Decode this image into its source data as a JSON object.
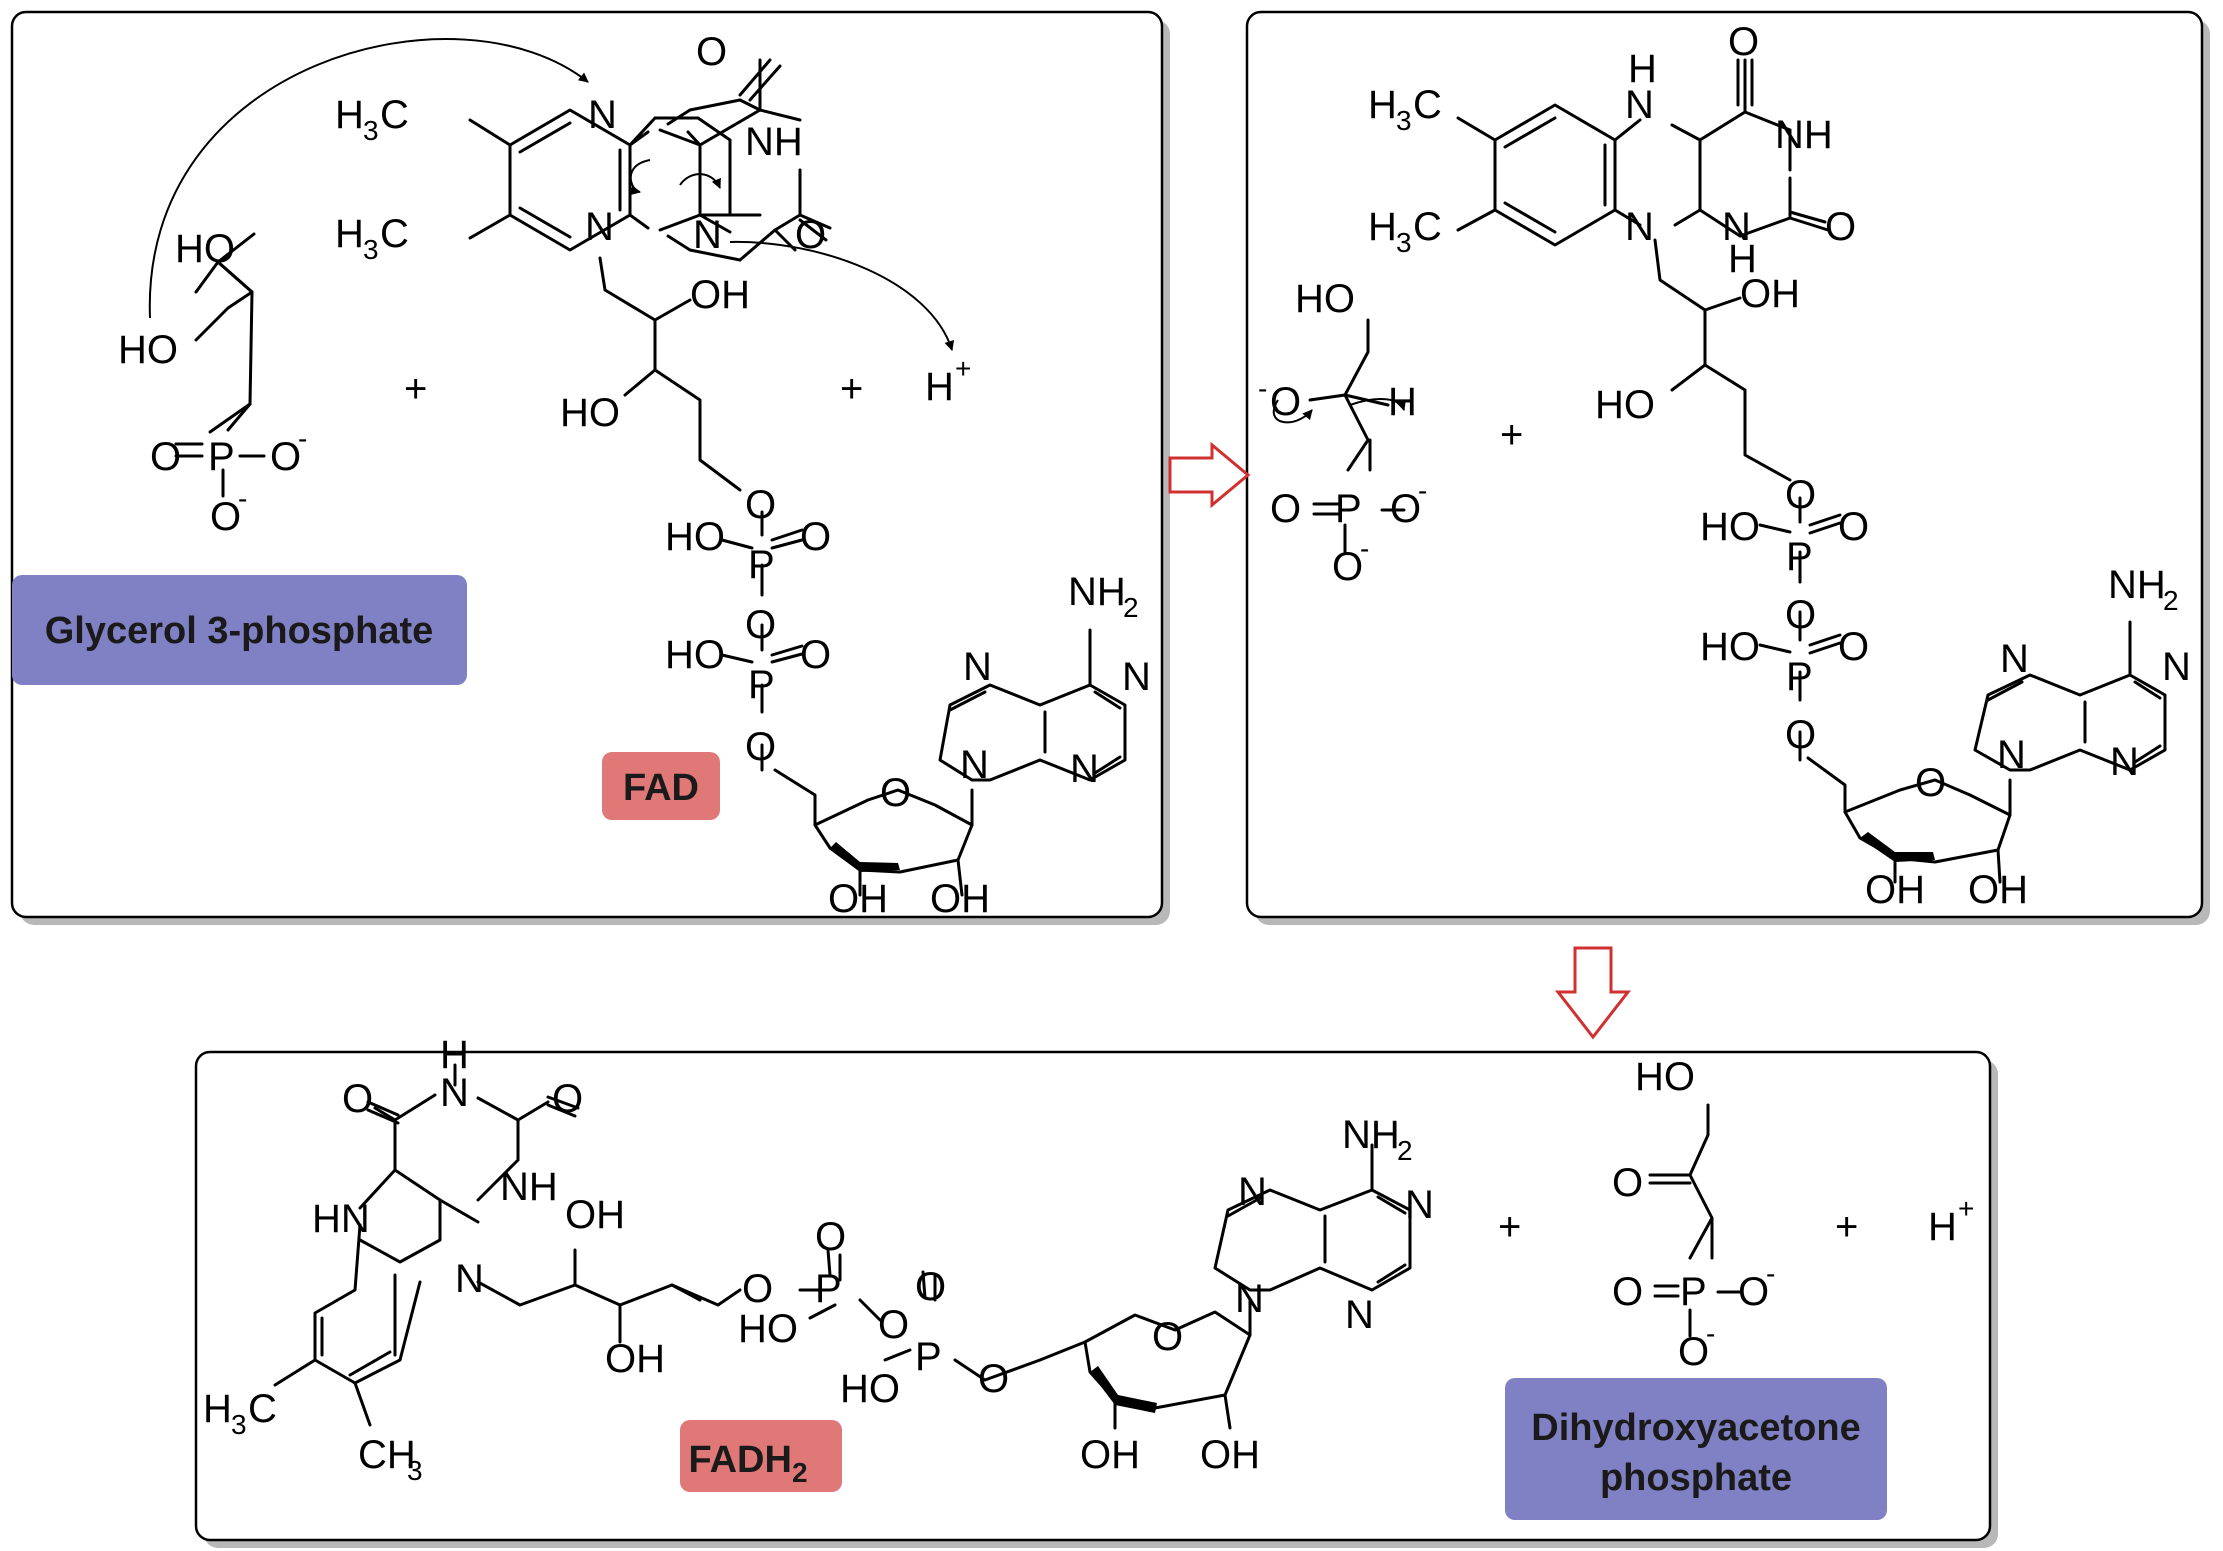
{
  "colors": {
    "substrate_label_bg": "#8080c4",
    "cofactor_label_bg": "#e07878",
    "transition_arrow": "#d03030"
  },
  "labels": {
    "glycerol": "Glycerol 3-phosphate",
    "fad": "FAD",
    "fadh2_main": "FADH",
    "fadh2_sub": "2",
    "dhap_line1": "Dihydroxyacetone",
    "dhap_line2": "phosphate"
  },
  "operators": {
    "plus": "+",
    "proton": "H",
    "proton_charge": "+"
  },
  "atoms": {
    "N": "N",
    "O": "O",
    "P": "P",
    "H": "H",
    "NH": "NH",
    "HN": "HN",
    "OH": "OH",
    "HO": "HO",
    "NH2_main": "NH",
    "H3C_H": "H",
    "CH3_C": "CH",
    "C": "C",
    "sub2": "2",
    "sub3": "3",
    "minus": "-"
  },
  "icons": {
    "transition_arrow_right": "hollow-right-arrow",
    "transition_arrow_down": "hollow-down-arrow"
  }
}
